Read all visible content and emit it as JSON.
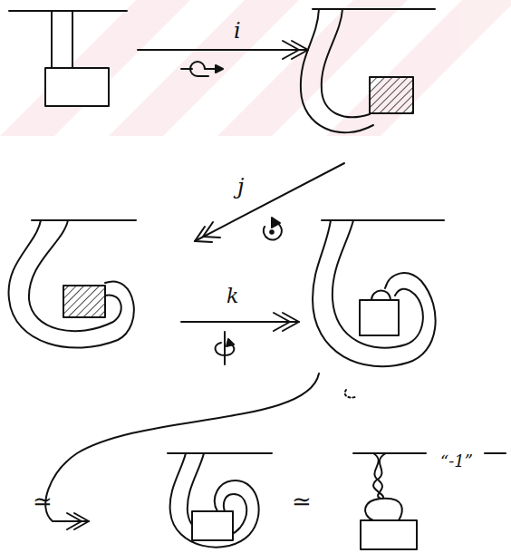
{
  "diagram": {
    "labels": [
      "i",
      "j",
      "k",
      "≃",
      "≃",
      "“-1”"
    ]
  }
}
